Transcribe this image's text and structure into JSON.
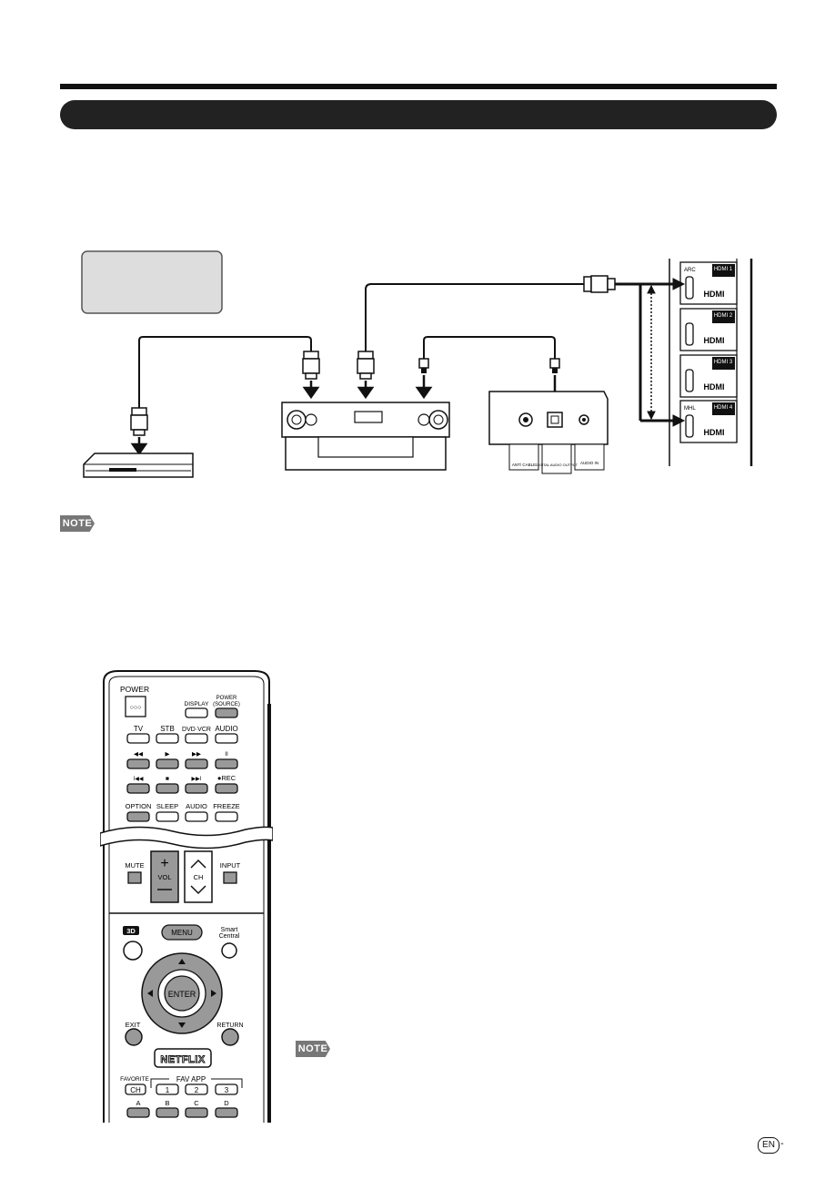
{
  "diagram": {
    "hdmi_ports": [
      {
        "label": "HDMI 1",
        "tag": "ARC"
      },
      {
        "label": "HDMI 2",
        "tag": ""
      },
      {
        "label": "HDMI 3",
        "tag": ""
      },
      {
        "label": "HDMI 4",
        "tag": "MHL"
      }
    ],
    "port_logo": "HDMI",
    "panel_labels": [
      "ANT/ CABLE",
      "DIGITAL AUDIO OUTPUT",
      "AUDIO IN"
    ]
  },
  "notes": {
    "badge": "NOTE"
  },
  "remote": {
    "power": "POWER",
    "display": "DISPLAY",
    "power_source_line1": "POWER",
    "power_source_line2": "(SOURCE)",
    "row_sources": [
      "TV",
      "STB",
      "DVD·VCR",
      "AUDIO"
    ],
    "row_media1": [
      "◀◀",
      "▶",
      "▶▶",
      "II"
    ],
    "row_media2": [
      "I◀◀",
      "■",
      "▶▶I",
      "●REC"
    ],
    "row_func": [
      "OPTION",
      "SLEEP",
      "AUDIO",
      "FREEZE"
    ],
    "mute": "MUTE",
    "vol": "VOL",
    "ch": "CH",
    "input": "INPUT",
    "three_d": "3D",
    "menu": "MENU",
    "smart_central_line1": "Smart",
    "smart_central_line2": "Central",
    "enter": "ENTER",
    "exit": "EXIT",
    "return": "RETURN",
    "netflix": "NETFLIX",
    "favorite": "FAVORITE",
    "fav_app": "FAV APP",
    "ch_btn": "CH",
    "fav_nums": [
      "1",
      "2",
      "3"
    ],
    "color_keys": [
      "A",
      "B",
      "C",
      "D"
    ]
  },
  "footer": {
    "lang": "EN",
    "dash": "-"
  }
}
